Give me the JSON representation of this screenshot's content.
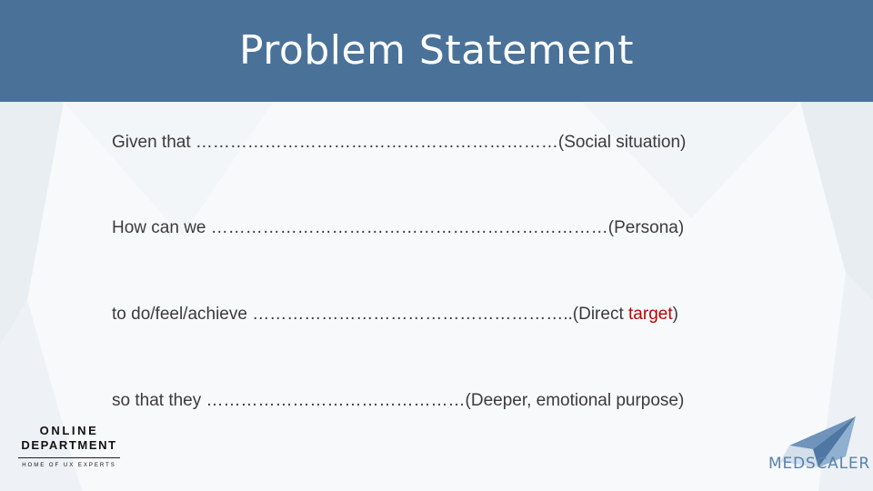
{
  "slide": {
    "title": "Problem Statement"
  },
  "lines": [
    {
      "prefix": "Given that ",
      "dots": "………………………………………………………",
      "suffix": "(Social situation)"
    },
    {
      "prefix": "How can we ",
      "dots": "……………………………………………………………",
      "suffix": "(Persona)"
    },
    {
      "prefix": "to do/feel/achieve ",
      "dots": "………………………………………………..",
      "suffix_start": "(Direct ",
      "suffix_highlight": "target",
      "suffix_end": ")"
    },
    {
      "prefix": "so that they ",
      "dots": "………………………………………",
      "suffix": "(Deeper, emotional purpose)"
    }
  ],
  "logos": {
    "online_department": {
      "line1": "ONLINE",
      "line2": "DEPARTMENT",
      "tagline": "HOME OF UX EXPERTS"
    },
    "medscaler": {
      "text": "MEDSCALER"
    }
  },
  "colors": {
    "header": "#4a7299",
    "highlight": "#c00000",
    "brand_blue": "#5a82ad"
  }
}
